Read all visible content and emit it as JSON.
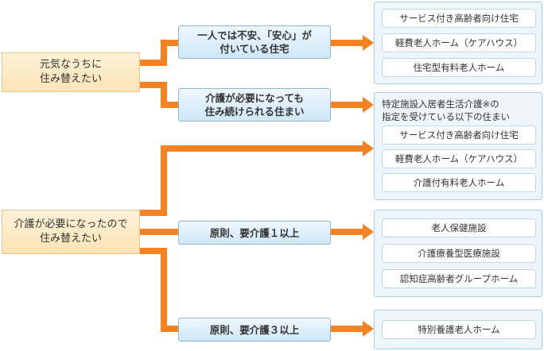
{
  "starts": [
    {
      "line1": "元気なうちに",
      "line2": "住み替えたい"
    },
    {
      "line1": "介護が必要になったので",
      "line2": "住み替えたい"
    }
  ],
  "conditions": [
    {
      "line1": "一人では不安、「安心」が",
      "line2": "付いている住宅"
    },
    {
      "line1": "介護が必要になっても",
      "line2": "住み続けられる住まい"
    },
    {
      "line1": "原則、要介護１以上",
      "line2": ""
    },
    {
      "line1": "原則、要介護３以上",
      "line2": ""
    }
  ],
  "panels": [
    {
      "note_line1": "",
      "note_line2": "",
      "items": [
        "サービス付き高齢者向け住宅",
        "軽費老人ホーム（ケアハウス）",
        "住宅型有料老人ホーム"
      ]
    },
    {
      "note_line1": "特定施設入居者生活介護※の",
      "note_line2": "指定を受けている以下の住まい",
      "items": [
        "サービス付き高齢者向け住宅",
        "軽費老人ホーム（ケアハウス）",
        "介護付有料老人ホーム"
      ]
    },
    {
      "note_line1": "",
      "note_line2": "",
      "items": [
        "老人保健施設",
        "介護療養型医療施設",
        "認知症高齢者グループホーム"
      ]
    },
    {
      "note_line1": "",
      "note_line2": "",
      "items": [
        "特別養護老人ホーム"
      ]
    }
  ],
  "colors": {
    "connector": "#f58220",
    "start_bg": "#fbe3b4",
    "condition_bg": "#cfe7f8",
    "panel_bg": "#eef6fc"
  }
}
